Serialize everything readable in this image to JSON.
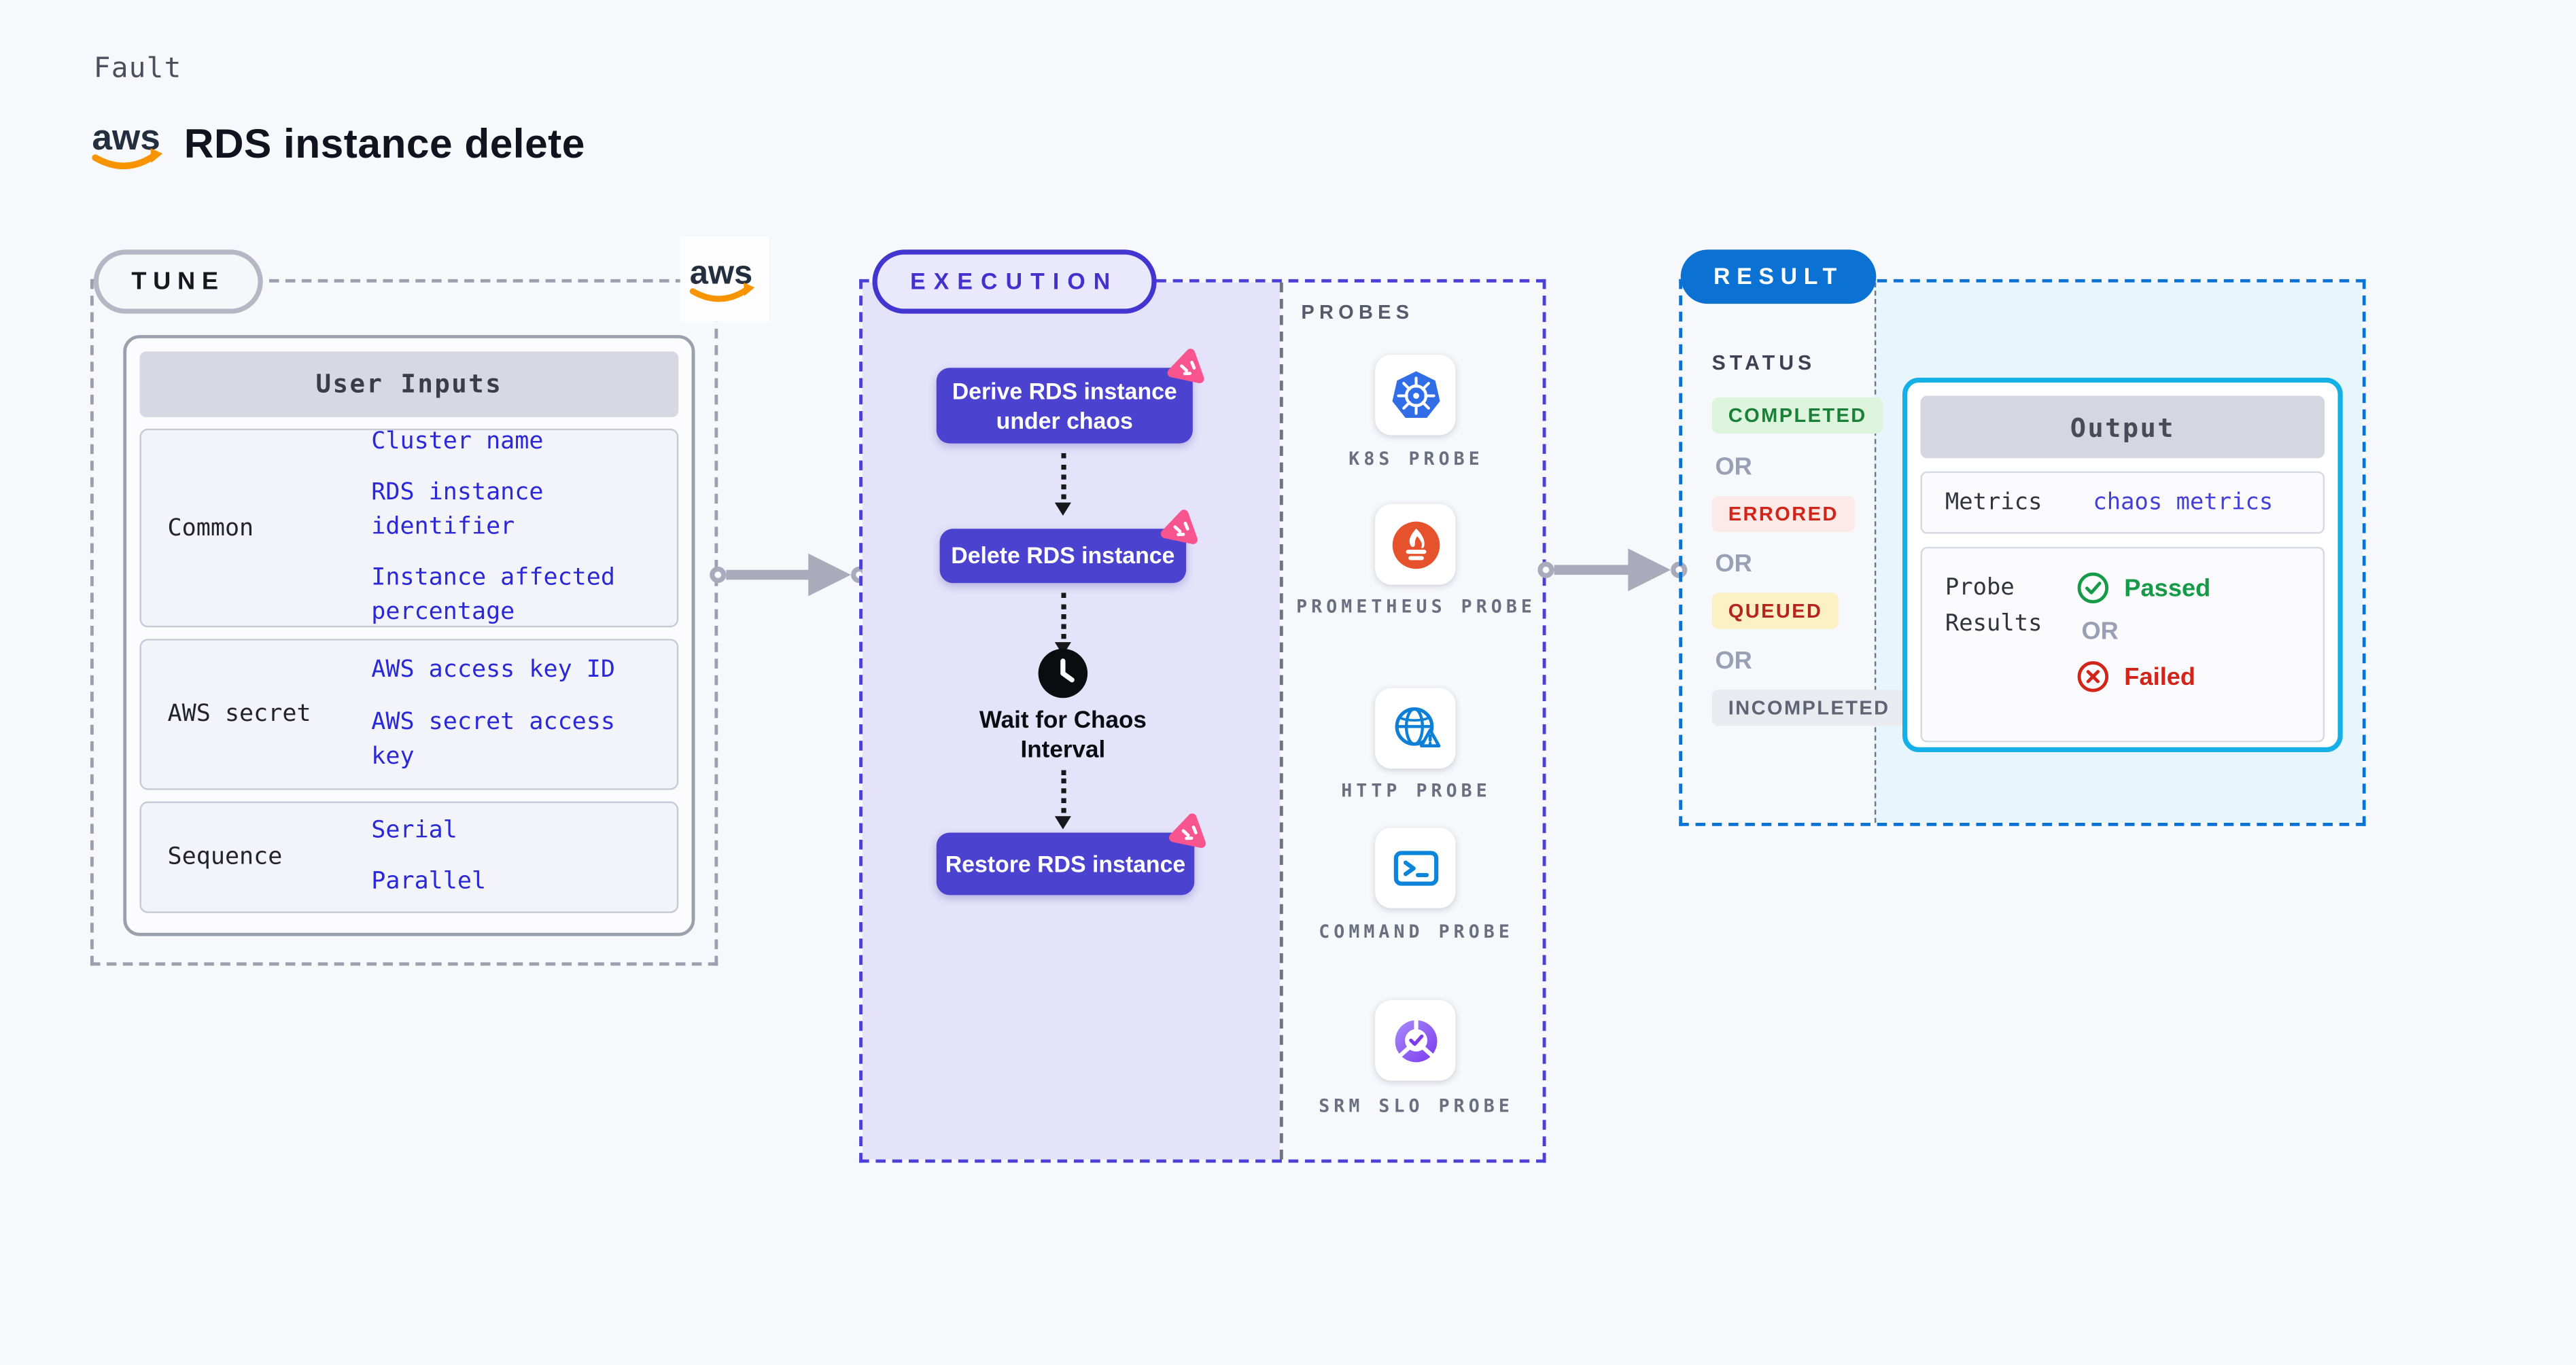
{
  "page": {
    "kicker": "Fault",
    "title": "RDS instance delete"
  },
  "logo": {
    "aws_text": "aws"
  },
  "tune": {
    "badge": "TUNE",
    "table_header": "User Inputs",
    "rows": [
      {
        "label": "Common",
        "values": [
          "Cluster name",
          "RDS instance identifier",
          "Instance affected percentage"
        ]
      },
      {
        "label": "AWS secret",
        "values": [
          "AWS access key ID",
          "AWS secret access key"
        ]
      },
      {
        "label": "Sequence",
        "values": [
          "Serial",
          "Parallel"
        ]
      }
    ]
  },
  "execution": {
    "badge": "EXECUTION",
    "steps": [
      "Derive RDS instance under chaos",
      "Delete RDS instance",
      "Restore RDS instance"
    ],
    "wait_label": "Wait for Chaos Interval"
  },
  "probes": {
    "header": "PROBES",
    "items": [
      {
        "label": "K8S PROBE",
        "icon": "kubernetes-icon"
      },
      {
        "label": "PROMETHEUS PROBE",
        "icon": "prometheus-icon"
      },
      {
        "label": "HTTP PROBE",
        "icon": "http-globe-icon"
      },
      {
        "label": "COMMAND PROBE",
        "icon": "terminal-icon"
      },
      {
        "label": "SRM SLO PROBE",
        "icon": "slo-gauge-icon"
      }
    ]
  },
  "result": {
    "badge": "RESULT",
    "status_header": "STATUS",
    "statuses": [
      "COMPLETED",
      "ERRORED",
      "QUEUED",
      "INCOMPLETED"
    ],
    "or_label": "OR",
    "output": {
      "header": "Output",
      "metrics_label": "Metrics",
      "metrics_value": "chaos metrics",
      "probe_results_label": "Probe Results",
      "passed": "Passed",
      "or_label": "OR",
      "failed": "Failed"
    }
  },
  "colors": {
    "indigo": "#4c42d0",
    "indigo-border": "#4b3fd6",
    "lavender": "#e4e3f9",
    "result-blue": "#0b72d3",
    "cyan": "#14b0e7",
    "cyan-bg": "#e7f5fc",
    "link-blue": "#2b28d8",
    "metrics-blue": "#443edb",
    "green": "#169a47",
    "green-bg": "#def5dd",
    "red": "#d2251a",
    "red-bg": "#fceae8",
    "queued-red": "#b3261e",
    "yellow-bg": "#fcf0c5",
    "gray-badge": "#5f6475",
    "gray-badge-bg": "#eaebf1",
    "pink": "#f8548e",
    "arrow-gray": "#a9abbc",
    "aws-orange": "#f79400",
    "k8s-blue": "#316de6",
    "prometheus-orange": "#e6522c",
    "probe-blue": "#0e7fd6",
    "slo-purple": "#7c3aed"
  }
}
